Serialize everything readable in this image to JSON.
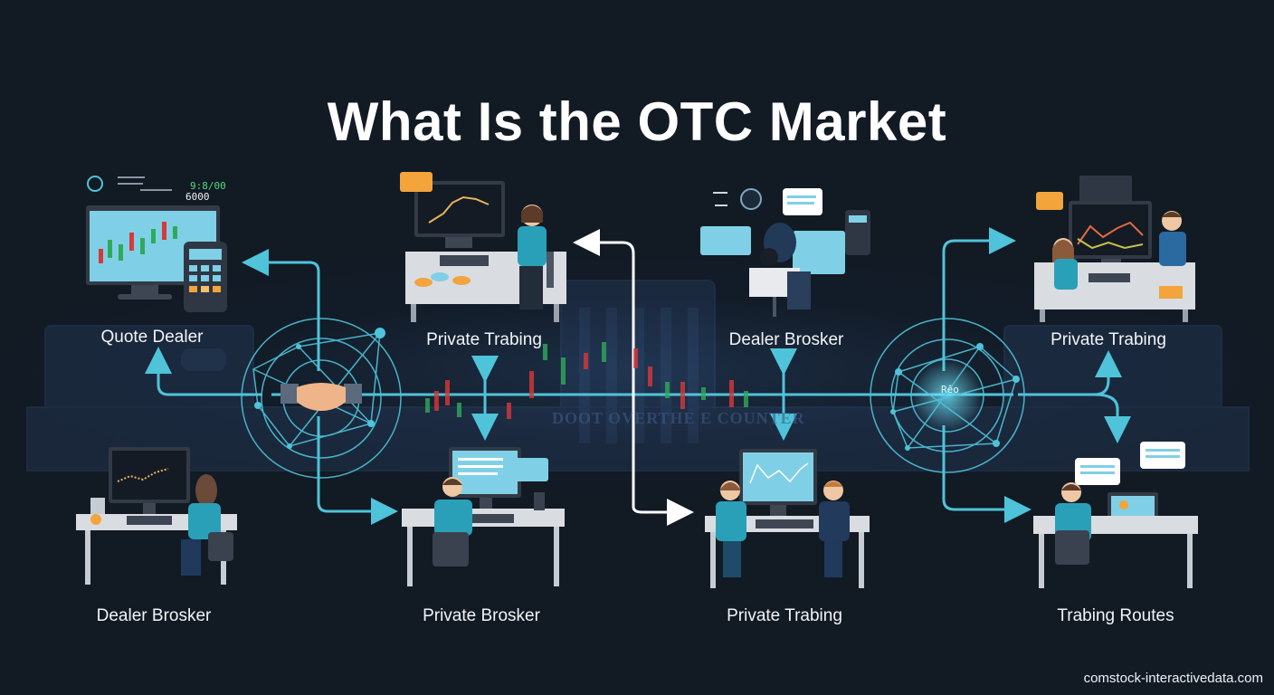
{
  "title": "What Is the OTC Market",
  "watermark": "comstock-interactivedata.com",
  "background_caption": "DOOT OVERTHE E COUNTER",
  "colors": {
    "background": "#121a24",
    "accent_cyan": "#4fc3d9",
    "arrow_white": "#ffffff",
    "candle_green": "#2faa5a",
    "candle_red": "#d8383a",
    "note_orange": "#f3a43b",
    "screen_blue": "#7fd0e6",
    "desk_gray": "#d9dde2"
  },
  "hubs": [
    {
      "name": "handshake-hub",
      "icon": "handshake-icon"
    },
    {
      "name": "network-hub",
      "icon": "network-globe-icon",
      "text": "Rêo"
    }
  ],
  "nodes": {
    "top": [
      {
        "label": "Quote Dealer",
        "icon": "monitor-calculator-icon",
        "ticker_green": "9:8/00",
        "ticker_red": "6000"
      },
      {
        "label": "Private Trabing",
        "icon": "trader-desk-icon"
      },
      {
        "label": "Dealer Brosker",
        "icon": "broker-chat-icon"
      },
      {
        "label": "Private Trabing",
        "icon": "team-trading-desk-icon"
      }
    ],
    "bottom": [
      {
        "label": "Dealer Brosker",
        "icon": "analyst-desk-icon"
      },
      {
        "label": "Private Brosker",
        "icon": "broker-chat-desk-icon"
      },
      {
        "label": "Private Trabing",
        "icon": "two-traders-desk-icon"
      },
      {
        "label": "Trabing Routes",
        "icon": "laptop-chat-desk-icon"
      }
    ]
  }
}
